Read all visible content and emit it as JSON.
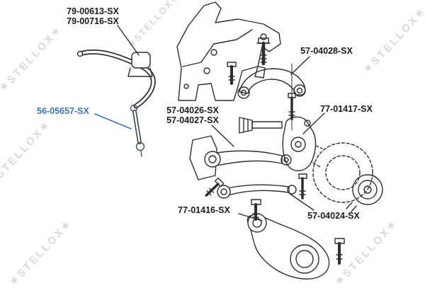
{
  "watermark": {
    "text": "STELLOX",
    "star": "✶",
    "display": "✶STELLOX✶",
    "color": "#d9d9d9"
  },
  "colors": {
    "ink": "#2e2e2e",
    "highlight": "#3f74b8",
    "background": "#ffffff"
  },
  "labels": [
    {
      "text": "79-00613-SX",
      "part": "stabilizer-bar-bushing",
      "selected": false
    },
    {
      "text": "79-00716-SX",
      "part": "stabilizer-bar-bushing",
      "selected": false
    },
    {
      "text": "57-04028-SX",
      "part": "upper-control-arm",
      "selected": false
    },
    {
      "text": "56-05657-SX",
      "part": "stabilizer-link",
      "selected": true
    },
    {
      "text": "57-04026-SX",
      "part": "lateral-arm",
      "selected": false
    },
    {
      "text": "57-04027-SX",
      "part": "lateral-arm",
      "selected": false
    },
    {
      "text": "77-01417-SX",
      "part": "knuckle",
      "selected": false
    },
    {
      "text": "77-01416-SX",
      "part": "lower-control-arm",
      "selected": false
    },
    {
      "text": "57-04024-SX",
      "part": "toe-rod",
      "selected": false
    }
  ]
}
